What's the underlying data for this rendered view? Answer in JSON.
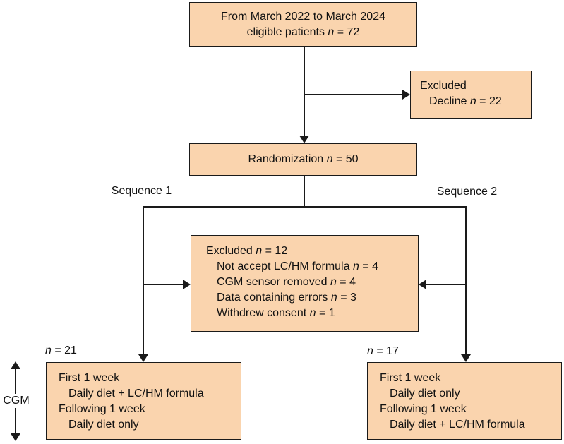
{
  "figure": {
    "type": "consort-flow-diagram"
  },
  "boxes": {
    "eligible": {
      "line1": "From March 2022 to March 2024",
      "line2": "eligible patients *n* = 72"
    },
    "excluded_decline": {
      "line1": "Excluded",
      "line2": "Decline *n* = 22"
    },
    "randomization": {
      "label": "Randomization *n* = 50"
    },
    "excluded_mid": {
      "lines": [
        "Excluded *n* = 12",
        "Not accept LC/HM formula *n* = 4",
        "CGM sensor removed *n* = 4",
        "Data containing errors *n* = 3",
        "Withdrew consent *n* = 1"
      ]
    },
    "arm1": {
      "count": "*n* = 21",
      "lines": [
        "First 1 week",
        "Daily diet + LC/HM formula",
        "Following 1 week",
        "Daily diet only"
      ]
    },
    "arm2": {
      "count": "*n* = 17",
      "lines": [
        "First 1 week",
        "Daily diet only",
        "Following 1 week",
        "Daily diet + LC/HM formula"
      ]
    }
  },
  "labels": {
    "sequence1": "Sequence 1",
    "sequence2": "Sequence 2",
    "cgm": "CGM"
  },
  "colors": {
    "box_fill": "#fad4ae",
    "box_border": "#1a1a1a",
    "connector": "#1a1a1a"
  }
}
